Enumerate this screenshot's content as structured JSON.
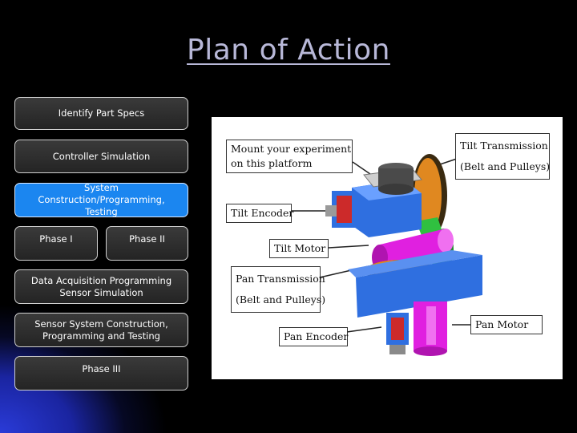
{
  "title": "Plan of Action",
  "flow": {
    "identify_specs": "Identify Part Specs",
    "controller_sim": "Controller Simulation",
    "system_construction": "System Construction/Programming,\nTesting",
    "phase_1": "Phase I",
    "phase_2": "Phase II",
    "data_acq": "Data Acquisition Programming\nSensor Simulation",
    "sensor_construction": "Sensor System Construction,\nProgramming and Testing",
    "phase_3": "Phase III"
  },
  "diagram": {
    "mount_line1": "Mount your experiment",
    "mount_line2": "on this platform",
    "tilt_trans_line1": "Tilt Transmission",
    "tilt_trans_line2": "(Belt and Pulleys)",
    "tilt_encoder": "Tilt Encoder",
    "tilt_motor": "Tilt Motor",
    "pan_trans_line1": "Pan Transmission",
    "pan_trans_line2": "(Belt and Pulleys)",
    "pan_motor": "Pan Motor",
    "pan_encoder": "Pan Encoder"
  },
  "colors": {
    "active_box": "#1b86f0",
    "motor": "#e020e0",
    "housing": "#2f6fe0",
    "pulley": "#e08820",
    "belt": "#30c040"
  }
}
